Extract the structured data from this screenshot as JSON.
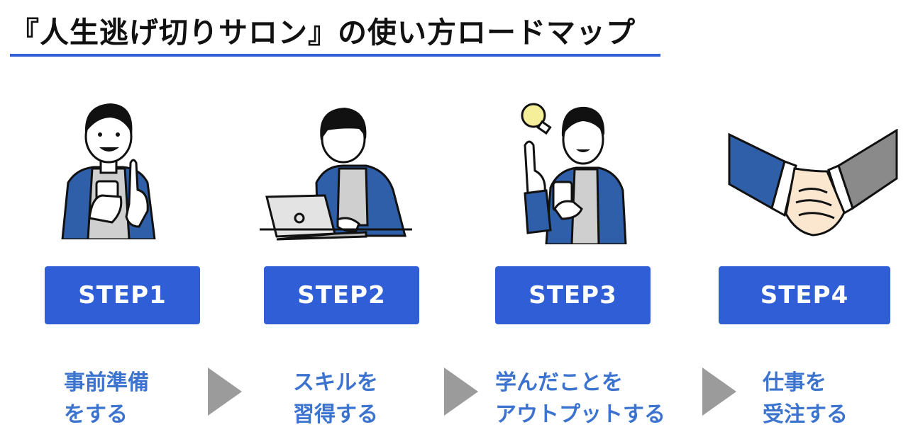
{
  "title": "『人生逃げ切りサロン』の使い方ロードマップ",
  "colors": {
    "accent": "#2f5ed6",
    "desc_text": "#3b73cf",
    "arrow": "#9b9b9b"
  },
  "steps": [
    {
      "label": "STEP1",
      "desc_line1": "事前準備",
      "desc_line2": "をする",
      "illustration": "person-holding-phone"
    },
    {
      "label": "STEP2",
      "desc_line1": "スキルを",
      "desc_line2": "習得する",
      "illustration": "person-at-laptop"
    },
    {
      "label": "STEP3",
      "desc_line1": "学んだことを",
      "desc_line2": "アウトプットする",
      "illustration": "person-with-idea-lightbulb"
    },
    {
      "label": "STEP4",
      "desc_line1": "仕事を",
      "desc_line2": "受注する",
      "illustration": "handshake"
    }
  ]
}
